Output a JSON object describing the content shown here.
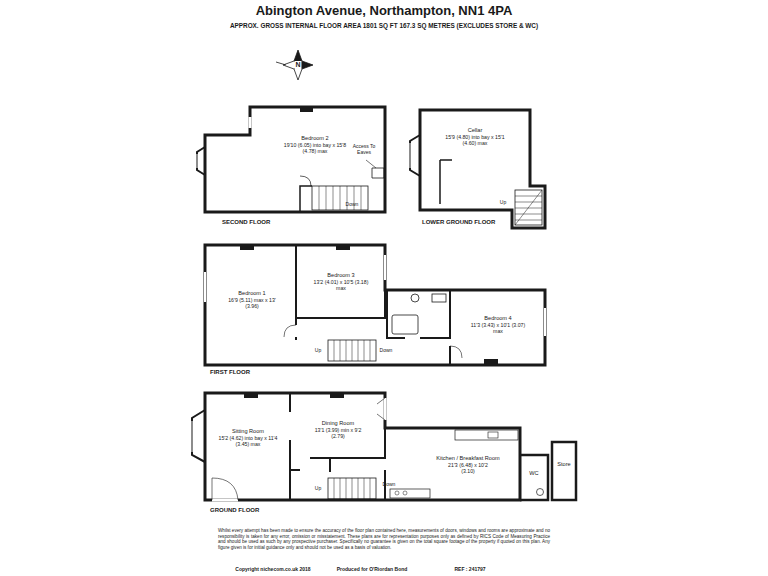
{
  "diagram": {
    "title": "Abington Avenue, Northampton, NN1 4PA",
    "nodes": [
      {
        "text": [
          "Bedroom 2",
          "19'10 (6.05) into bay x 15'8 (4.78) max"
        ]
      },
      {
        "text": [
          "Cellar",
          "15'9 (4.80) into bay x 15'1 (4.60) max"
        ]
      },
      {
        "text": [
          "Bedroom 1",
          "16'9 (5.11) max x 13' (3.96)"
        ]
      },
      {
        "text": [
          "Bedroom 3",
          "13'2 (4.01) x 10'5 (3.18) max"
        ]
      },
      {
        "text": [
          "Bedroom 4",
          "11'3 (3.43) x 10'1 (3.07) max"
        ]
      },
      {
        "text": [
          "Sitting Room",
          "15'2 (4.62) into bay x 11'4 (3.45) max"
        ]
      },
      {
        "text": [
          "Dining Room",
          "13'1 (3.99) min x 9'2 (2.79)"
        ]
      },
      {
        "text": [
          "Kitchen / Breakfast Room",
          "21'3 (6.48) x 10'2 (3.10)"
        ]
      },
      {
        "text": [
          "WC"
        ]
      },
      {
        "text": [
          "Store"
        ]
      }
    ],
    "labels": [
      "APPROX. GROSS INTERNAL FLOOR AREA 1801 SQ FT 167.3 SQ METRES (EXCLUDES STORE & WC)",
      "N",
      "Access To Eaves",
      "Down",
      "SECOND FLOOR",
      "Up",
      "LOWER GROUND FLOOR",
      "Up",
      "Down",
      "FIRST FLOOR",
      "Up",
      "Down",
      "GROUND FLOOR",
      "Whilst every attempt has been made to ensure the accuracy of the floor plan contained here, measurements of doors, windows and rooms are approximate and no responsibility is taken for any error, omission or misstatement. These plans are for representation purposes only as defined by RICS Code of Measuring Practice and should be used as such by any prospective purchaser. Specifically no guarantee is given on the total square footage of the property if quoted on this plan. Any figure given is for initial guidance only and should not be used as a basis of valuation.",
      "Copyright nichecom.co.uk 2018",
      "Produced for O'Riordan Bond",
      "REF : 241797"
    ]
  }
}
